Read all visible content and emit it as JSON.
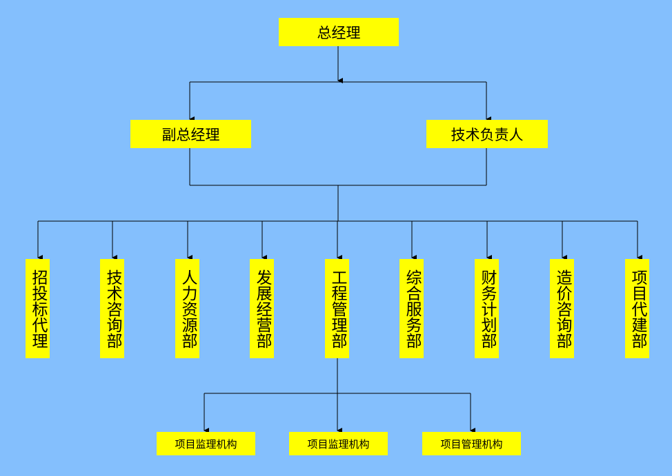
{
  "top": {
    "label": "总经理"
  },
  "level2": [
    {
      "label": "副总经理"
    },
    {
      "label": "技术负责人"
    }
  ],
  "departments": [
    {
      "label": "招投标代理"
    },
    {
      "label": "技术咨询部"
    },
    {
      "label": "人力资源部"
    },
    {
      "label": "发展经营部"
    },
    {
      "label": "工程管理部"
    },
    {
      "label": "综合服务部"
    },
    {
      "label": "财务计划部"
    },
    {
      "label": "造价咨询部"
    },
    {
      "label": "项目代建部"
    }
  ],
  "sub_units": [
    {
      "label": "项目监理机构"
    },
    {
      "label": "项目监理机构"
    },
    {
      "label": "项目管理机构"
    }
  ],
  "colors": {
    "background": "#84bffd",
    "box": "#ffff00",
    "line": "#000000"
  }
}
